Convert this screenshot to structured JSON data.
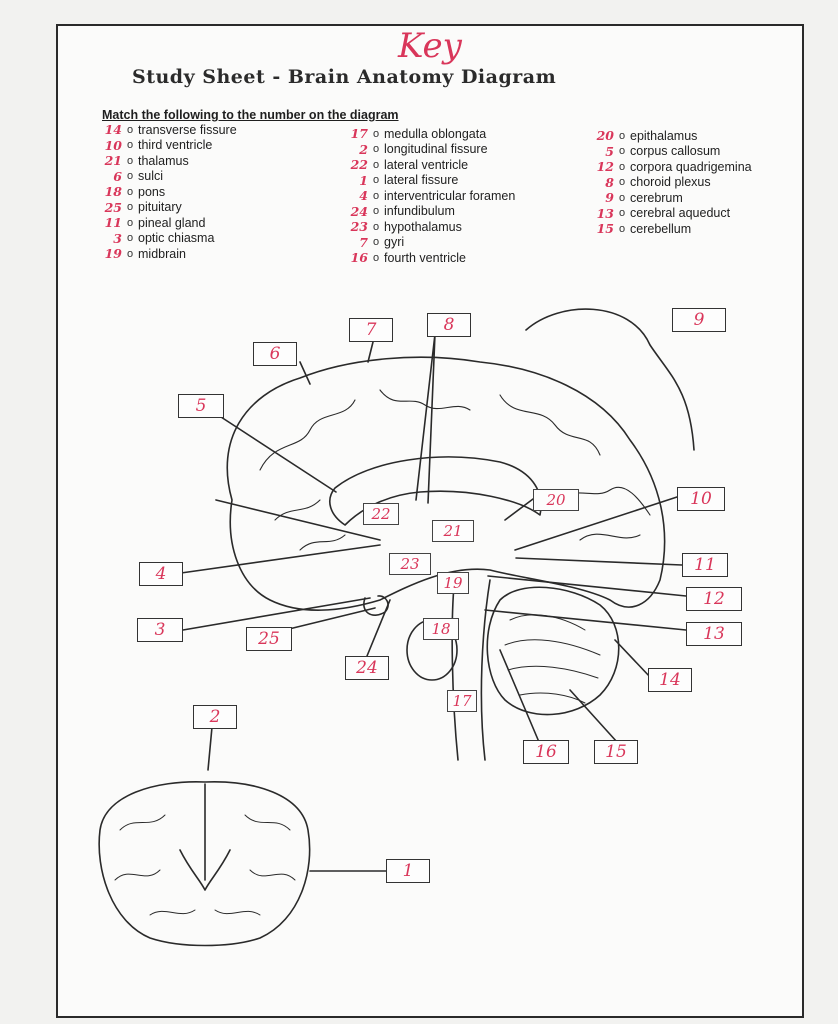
{
  "header": {
    "key": "Key",
    "title": "Study Sheet - Brain Anatomy Diagram",
    "instructions": "Match the following to the number on the diagram"
  },
  "columns": [
    [
      {
        "answer": "14",
        "term": "transverse fissure"
      },
      {
        "answer": "10",
        "term": "third ventricle"
      },
      {
        "answer": "21",
        "term": "thalamus"
      },
      {
        "answer": "6",
        "term": "sulci"
      },
      {
        "answer": "18",
        "term": "pons"
      },
      {
        "answer": "25",
        "term": "pituitary"
      },
      {
        "answer": "11",
        "term": "pineal gland"
      },
      {
        "answer": "3",
        "term": "optic chiasma"
      },
      {
        "answer": "19",
        "term": "midbrain"
      }
    ],
    [
      {
        "answer": "17",
        "term": "medulla oblongata"
      },
      {
        "answer": "2",
        "term": "longitudinal fissure"
      },
      {
        "answer": "22",
        "term": "lateral ventricle"
      },
      {
        "answer": "1",
        "term": "lateral fissure"
      },
      {
        "answer": "4",
        "term": "interventricular foramen"
      },
      {
        "answer": "24",
        "term": "infundibulum"
      },
      {
        "answer": "23",
        "term": "hypothalamus"
      },
      {
        "answer": "7",
        "term": "gyri"
      },
      {
        "answer": "16",
        "term": "fourth ventricle"
      }
    ],
    [
      {
        "answer": "20",
        "term": "epithalamus"
      },
      {
        "answer": "5",
        "term": "corpus callosum"
      },
      {
        "answer": "12",
        "term": "corpora quadrigemina"
      },
      {
        "answer": "8",
        "term": "choroid plexus"
      },
      {
        "answer": "9",
        "term": "cerebrum"
      },
      {
        "answer": "13",
        "term": "cerebral aqueduct"
      },
      {
        "answer": "15",
        "term": "cerebellum"
      }
    ]
  ],
  "diagram_labels": {
    "l1": "1",
    "l2": "2",
    "l3": "3",
    "l4": "4",
    "l5": "5",
    "l6": "6",
    "l7": "7",
    "l8": "8",
    "l9": "9",
    "l10": "10",
    "l11": "11",
    "l12": "12",
    "l13": "13",
    "l14": "14",
    "l15": "15",
    "l16": "16",
    "l17": "17",
    "l18": "18",
    "l19": "19",
    "l20": "20",
    "l21": "21",
    "l22": "22",
    "l23": "23",
    "l24": "24",
    "l25": "25"
  },
  "colors": {
    "answer_ink": "#d9365a",
    "line_ink": "#2a2a2a"
  }
}
